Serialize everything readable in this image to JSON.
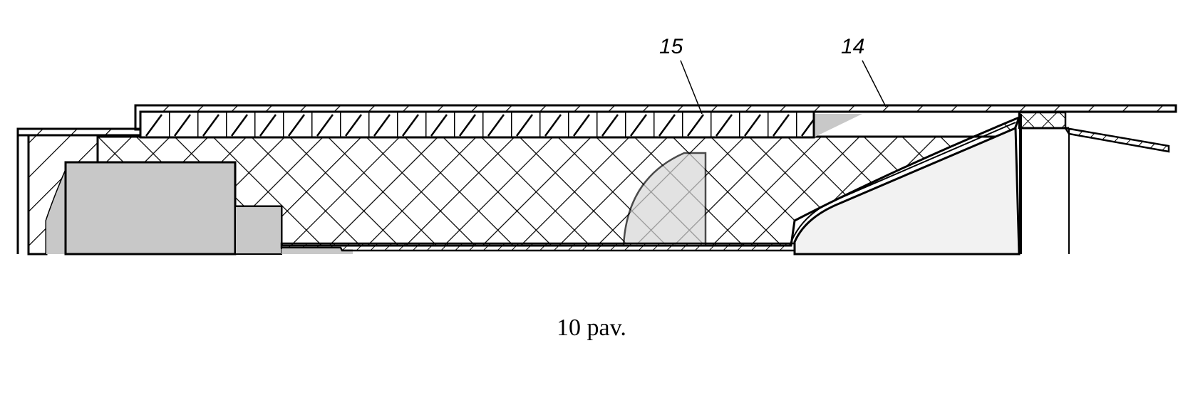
{
  "figure": {
    "caption": "10 pav.",
    "labels": [
      {
        "id": "15",
        "text": "15"
      },
      {
        "id": "14",
        "text": "14"
      }
    ]
  },
  "colors": {
    "line": "#000000",
    "gray_fill": "#c8c8c8",
    "light_fill": "#f2f2f2",
    "background": "#ffffff"
  }
}
